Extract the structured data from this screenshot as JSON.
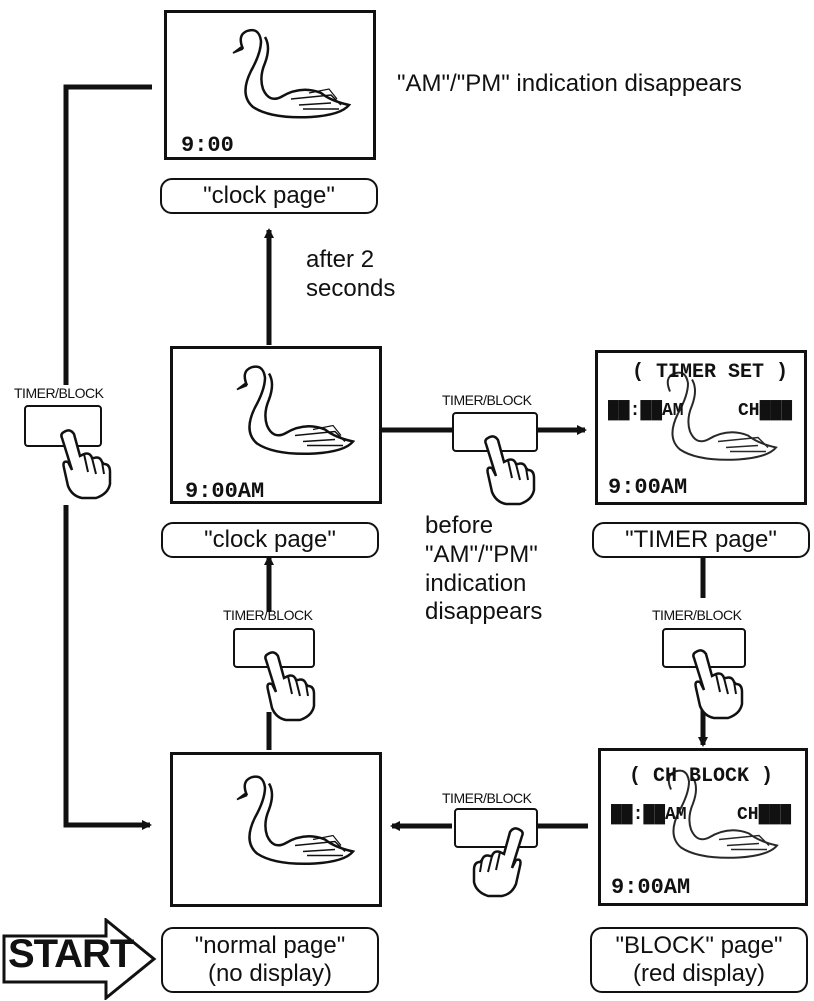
{
  "top_note": "\"AM\"/\"PM\" indication disappears",
  "after_note": "after 2\nseconds",
  "before_note": "before\n\"AM\"/\"PM\"\nindication\ndisappears",
  "button_caption": "TIMER/BLOCK",
  "screens": {
    "clock_top": {
      "time": "9:00",
      "label": "\"clock page\""
    },
    "clock_mid": {
      "time": "9:00AM",
      "label": "\"clock page\""
    },
    "timer": {
      "title": "( TIMER SET )",
      "row_time": "██:██AM",
      "row_ch": "CH███",
      "time": "9:00AM",
      "label": "\"TIMER page\""
    },
    "normal": {
      "label_line1": "\"normal page\"",
      "label_line2": "(no display)"
    },
    "block": {
      "title": "( CH BLOCK )",
      "row_time": "██:██AM",
      "row_ch": "CH███",
      "time": "9:00AM",
      "label_line1": "\"BLOCK\" page\"",
      "label_line2": "(red display)"
    }
  },
  "start_label": "START",
  "icons": [
    "swan-icon",
    "pointing-hand-icon",
    "arrow-icon"
  ]
}
